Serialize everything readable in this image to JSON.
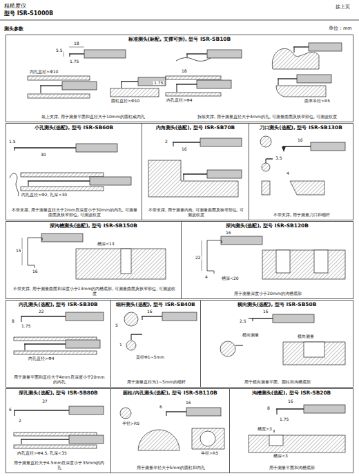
{
  "diagram": {
    "title": "粗糙度仪",
    "nodes": [
      {
        "text": [
          "标准测头(标配, 支撑可拆), 型号 ISR-SB10B",
          "装上支撑, 用于测量平面和直径大于10mm的圆柱或内孔",
          "拆除支撑, 用于测量直径大于4mm的孔, 可测量曲面及狭窄部位, 可测波纹度"
        ]
      },
      {
        "text": [
          "小孔测头(选配), 型号 ISR-SB60B",
          "不带支撑, 用于测量直径大于2mm且深度小于30mm的内孔, 可测量曲面及狭窄部位, 可测波纹度"
        ]
      },
      {
        "text": [
          "内角测头(选配), 型号 ISR-SB70B",
          "不带支撑, 用于测量内角, 可测量曲面及狭窄部位, 可测波纹度"
        ]
      },
      {
        "text": [
          "刀口测头(选配), 型号 ISR-SB130B",
          "不带支撑, 用于测量刀口和细杆"
        ]
      },
      {
        "text": [
          "深沟槽测头(选配), 型号 ISR-SB150B",
          "不带支撑, 用于测量曲面和深度小于13mm的内槽底部, 可测量曲面及狭窄部位, 可测波纹度"
        ]
      },
      {
        "text": [
          "深沟测头(选配), 型号 ISR-SB120B",
          "用于测量深度小于20mm的沟槽底部"
        ]
      },
      {
        "text": [
          "内孔测头(选配), 型号 ISR-SB30B",
          "用于测量平面和直径大于4mm且深度小于20mm的内孔"
        ]
      },
      {
        "text": [
          "细杆测头(选配), 型号 ISR-SB40B",
          "用于测量直径为1~5mm的细杆"
        ]
      },
      {
        "text": [
          "横向测头(选配), 型号 ISR-SB50B",
          "用于横向测量平面、圆柱和沟槽底部"
        ]
      },
      {
        "text": [
          "深孔测头(选配), 型号 ISR-SB80B",
          "用于测量直径大于4.5mm且深度小于35mm的内孔"
        ]
      },
      {
        "text": [
          "圆柱/内孔测头(选配), 型号 ISR-SB110B",
          "用于测量半径大于5mm的圆柱和内孔"
        ]
      },
      {
        "text": [
          "沟槽测头(选配), 型号 ISR-SB20B",
          "用于测量平面和沟槽底部"
        ]
      }
    ],
    "labels": [
      "型号 ISR-S1000B",
      "接上页",
      "测头参数",
      "单位：mm",
      "18",
      "5.5",
      "1.75",
      "内孔直径>Φ10",
      "圆柱直径>Φ10",
      "18",
      "1.75",
      "内孔直径>Φ4",
      "曲率半径>R5",
      "1.5",
      "30",
      "内孔直径>Φ2, 孔深<30",
      "2",
      "16",
      "16",
      "3.5",
      "4",
      "15",
      "16",
      "槽深<13",
      "16",
      "22",
      "4",
      "槽深<20",
      "22",
      "8",
      "1.75",
      "内孔直径>Φ4",
      "16",
      "5",
      "1",
      "直径Φ1~5mm",
      "16",
      "2.5",
      "横向测量",
      "横向测量",
      "37",
      "6",
      "2",
      "内孔直径>Φ4.5, 孔深<35",
      "16",
      "6",
      "半径>R5",
      "半径>R5",
      "16",
      "8",
      "1.75",
      "槽宽>3",
      "槽深<3"
    ]
  }
}
